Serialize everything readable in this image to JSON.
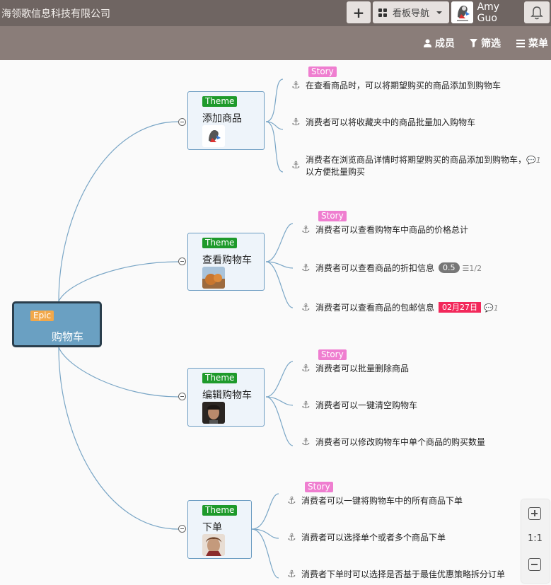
{
  "header": {
    "company": "海领歌信息科技有限公司",
    "add_icon": "plus-icon",
    "board_nav_label": "看板导航",
    "user_name": "Amy Guo",
    "bell_icon": "bell-icon"
  },
  "subbar": {
    "members_label": "成员",
    "filter_label": "筛选",
    "menu_label": "菜单"
  },
  "epic": {
    "tag": "Epic",
    "title": "购物车"
  },
  "themes": [
    {
      "tag": "Theme",
      "title": "添加商品",
      "story_tag": "Story",
      "stories": [
        {
          "text": "在查看商品时，可以将期望购买的商品添加到购物车"
        },
        {
          "text": "消费者可以将收藏夹中的商品批量加入购物车"
        },
        {
          "text": "消费者在浏览商品详情时将期望购买的商品添加到购物车，",
          "text2": "以方便批量购买",
          "comments": "1"
        }
      ]
    },
    {
      "tag": "Theme",
      "title": "查看购物车",
      "story_tag": "Story",
      "stories": [
        {
          "text": "消费者可以查看购物车中商品的价格总计"
        },
        {
          "text": "消费者可以查看商品的折扣信息",
          "estimate": "0.5",
          "tasks": "1/2"
        },
        {
          "text": "消费者可以查看商品的包邮信息",
          "due": "02月27日",
          "comments": "1"
        }
      ]
    },
    {
      "tag": "Theme",
      "title": "编辑购物车",
      "story_tag": "Story",
      "stories": [
        {
          "text": "消费者可以批量删除商品"
        },
        {
          "text": "消费者可以一键清空购物车"
        },
        {
          "text": "消费者可以修改购物车中单个商品的购买数量"
        }
      ]
    },
    {
      "tag": "Theme",
      "title": "下单",
      "story_tag": "Story",
      "stories": [
        {
          "text": "消费者可以一键将购物车中的所有商品下单"
        },
        {
          "text": "消费者可以选择单个或者多个商品下单"
        },
        {
          "text": "消费者下单时可以选择是否基于最佳优惠策略拆分订单"
        }
      ]
    }
  ],
  "zoom": {
    "reset_label": "1:1"
  },
  "colors": {
    "topbar": "#6f6562",
    "subbar": "#8a7d79",
    "epic_fill": "#6aa0c2",
    "epic_tag": "#f2a84a",
    "theme_tag": "#1e9a2b",
    "story_tag": "#ef7ed0",
    "due_badge": "#f2285a",
    "link": "#6a9bc1"
  }
}
